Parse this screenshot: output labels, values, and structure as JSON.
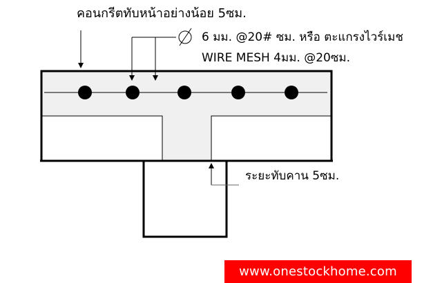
{
  "labels": {
    "topping": "คอนกรีตทับหน้าอย่างน้อย 5ซม.",
    "rebar_line1": "6 มม. @20# ซม. หรือ ตะแกรงไวร์เมช",
    "rebar_line2": "WIRE MESH 4มม. @20ซม.",
    "bearing": "ระยะทับคาน 5ซม."
  },
  "symbols": {
    "diameter": "diameter-symbol"
  },
  "brand": {
    "url": "www.onestockhome.com"
  },
  "colors": {
    "concrete_fill": "#f0f0f0",
    "line": "#000000",
    "brand_bg": "#ff0000",
    "brand_text": "#ffffff"
  },
  "diagram": {
    "rebar_count": 5
  }
}
